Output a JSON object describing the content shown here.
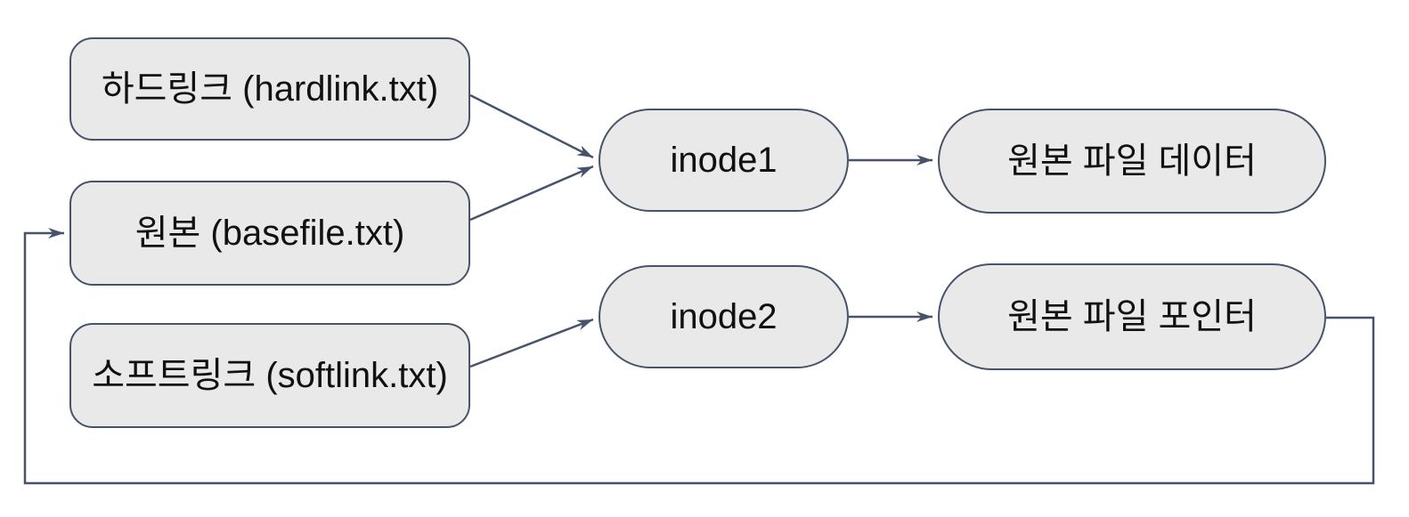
{
  "diagram": {
    "nodes": [
      {
        "id": "hardlink",
        "label": "하드링크 (hardlink.txt)",
        "shape": "rounded-rectangle"
      },
      {
        "id": "basefile",
        "label": "원본 (basefile.txt)",
        "shape": "rounded-rectangle"
      },
      {
        "id": "softlink",
        "label": "소프트링크 (softlink.txt)",
        "shape": "rounded-rectangle"
      },
      {
        "id": "inode1",
        "label": "inode1",
        "shape": "pill"
      },
      {
        "id": "inode2",
        "label": "inode2",
        "shape": "pill"
      },
      {
        "id": "filedata",
        "label": "원본 파일 데이터",
        "shape": "pill"
      },
      {
        "id": "filepointer",
        "label": "원본 파일 포인터",
        "shape": "pill"
      }
    ],
    "edges": [
      {
        "from": "hardlink",
        "to": "inode1",
        "style": "straight-arrow"
      },
      {
        "from": "basefile",
        "to": "inode1",
        "style": "straight-arrow"
      },
      {
        "from": "softlink",
        "to": "inode2",
        "style": "straight-arrow"
      },
      {
        "from": "inode1",
        "to": "filedata",
        "style": "straight-arrow"
      },
      {
        "from": "inode2",
        "to": "filepointer",
        "style": "straight-arrow"
      },
      {
        "from": "filepointer",
        "to": "basefile",
        "style": "orthogonal-loop-right-bottom-left"
      }
    ],
    "colors": {
      "node_fill": "#e9e9e9",
      "stroke": "#47536a",
      "text": "#111111",
      "background": "#ffffff"
    }
  }
}
